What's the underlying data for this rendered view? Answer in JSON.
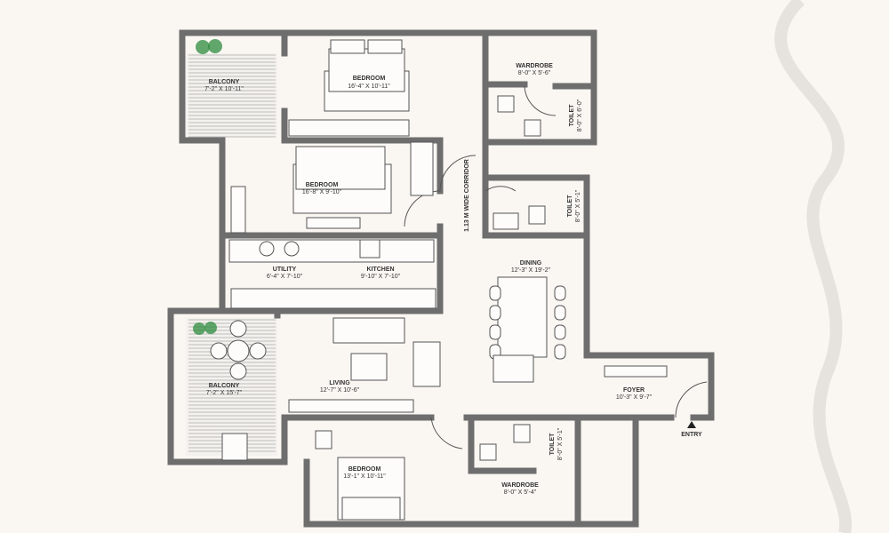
{
  "colors": {
    "wall": "#6e6e6e",
    "background": "#faf7f3",
    "plant": "#2e8b3e"
  },
  "rooms": [
    {
      "name": "BALCONY",
      "size": "7'-2\" X 10'-11\""
    },
    {
      "name": "BEDROOM",
      "size": "16'-4\" X 10'-11\""
    },
    {
      "name": "WARDROBE",
      "size": "8'-0\" X 5'-6\""
    },
    {
      "name": "TOILET",
      "size": "8'-0\" X 6'-0\""
    },
    {
      "name": "BEDROOM",
      "size": "16'-8\" X 9'-10\""
    },
    {
      "name": "TOILET",
      "size": "8'-0\" X 5'-1\""
    },
    {
      "name": "UTILITY",
      "size": "6'-4\" X 7'-10\""
    },
    {
      "name": "KITCHEN",
      "size": "9'-10\" X 7'-10\""
    },
    {
      "name": "DINING",
      "size": "12'-3\" X 19'-2\""
    },
    {
      "name": "BALCONY",
      "size": "7'-2\" X 15'-7\""
    },
    {
      "name": "LIVING",
      "size": "12'-7\" X 10'-6\""
    },
    {
      "name": "FOYER",
      "size": "10'-3\" X 9'-7\""
    },
    {
      "name": "TOILET",
      "size": "8'-0\" X 5'-1\""
    },
    {
      "name": "BEDROOM",
      "size": "13'-1\" X 10'-11\""
    },
    {
      "name": "WARDROBE",
      "size": "8'-0\" X 5'-4\""
    }
  ],
  "corridor": "1.13 M WIDE CORRIDOR",
  "entry": "ENTRY"
}
